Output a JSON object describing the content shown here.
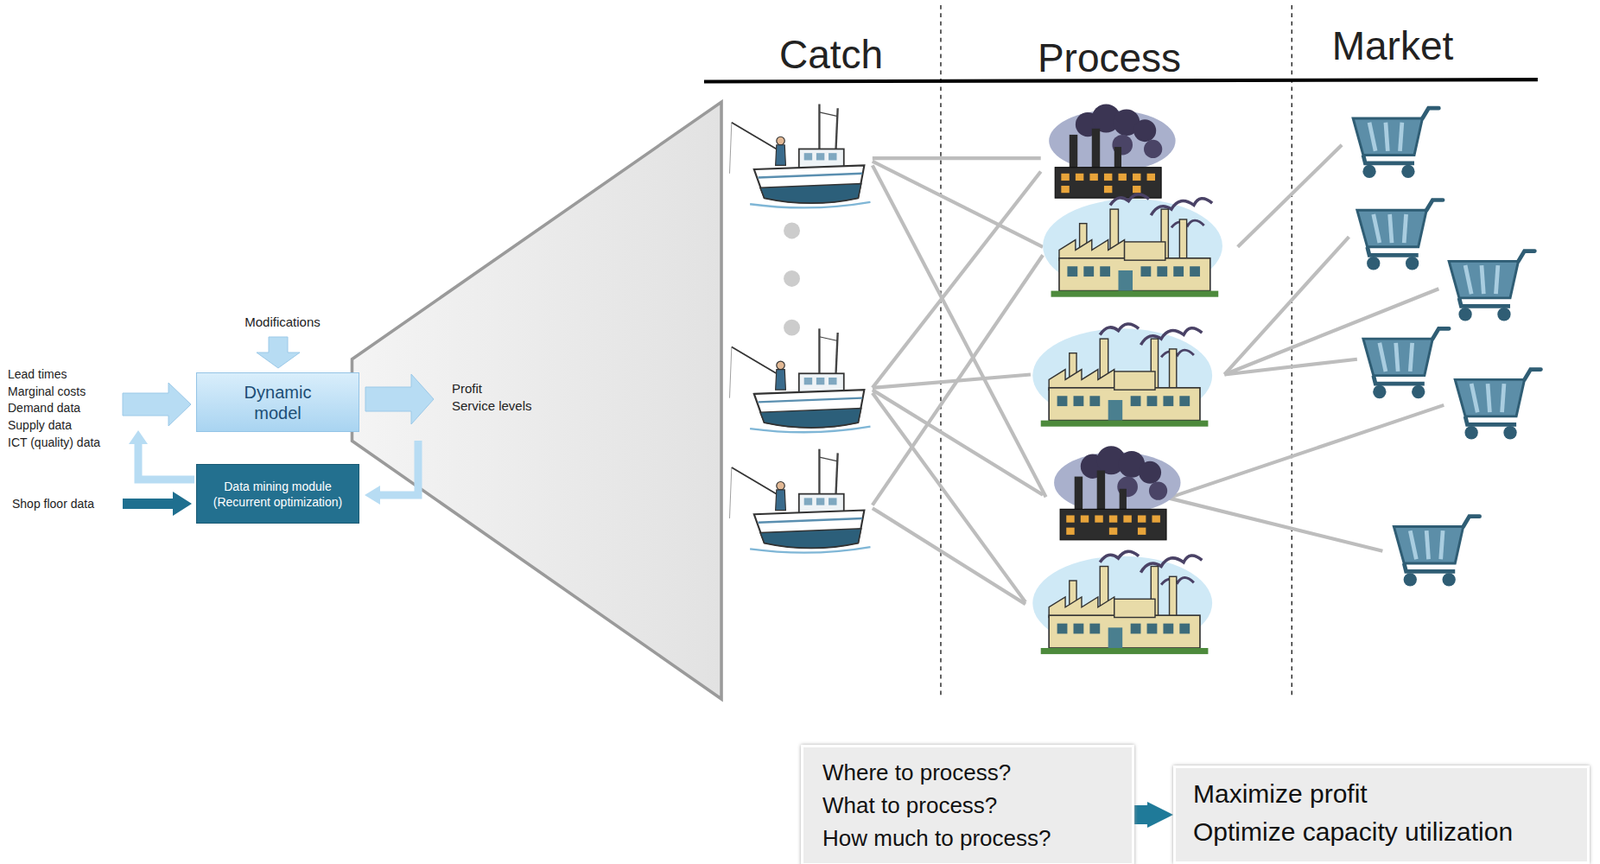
{
  "diagram": {
    "nodes": [
      {
        "text": [
          "Dynamic model"
        ]
      },
      {
        "text": [
          "Data mining module (Recurrent optimization)"
        ]
      },
      {
        "text": [
          "Where to process?",
          "What to process?",
          "How much to process?"
        ]
      },
      {
        "text": [
          "Maximize profit",
          "Optimize capacity utilization"
        ]
      }
    ],
    "edges": [
      {
        "from": 2,
        "to": 3,
        "arrow": "to"
      }
    ],
    "labels": [
      "Modifications",
      "Lead times",
      "Marginal costs",
      "Demand data",
      "Supply data",
      "ICT (quality) data",
      "Shop floor data",
      "Profit",
      "Service levels",
      "Catch",
      "Process",
      "Market"
    ]
  }
}
